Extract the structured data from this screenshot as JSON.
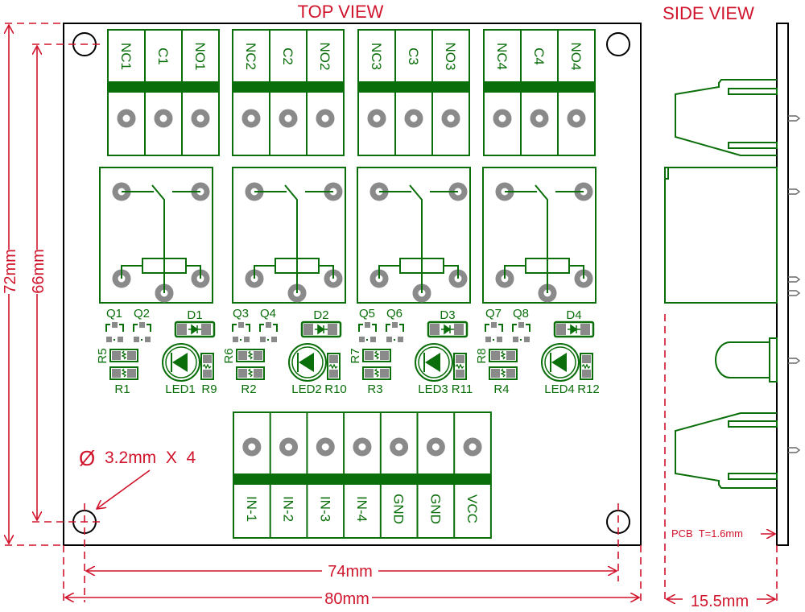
{
  "titles": {
    "top_view": "TOP VIEW",
    "side_view": "SIDE VIEW"
  },
  "colors": {
    "silkscreen": "#0a6e0a",
    "pad": "#8a8a8a",
    "dimension": "#d0142c",
    "outline": "#000000"
  },
  "relay_output_terminals": [
    {
      "group": 1,
      "labels": [
        "NC1",
        "C1",
        "NO1"
      ]
    },
    {
      "group": 2,
      "labels": [
        "NC2",
        "C2",
        "NO2"
      ]
    },
    {
      "group": 3,
      "labels": [
        "NC3",
        "C3",
        "NO3"
      ]
    },
    {
      "group": 4,
      "labels": [
        "NC4",
        "C4",
        "NO4"
      ]
    }
  ],
  "relay_channels": [
    {
      "q_a": "Q1",
      "q_b": "Q2",
      "diode": "D1",
      "r_top": "R5",
      "r_bottom": "R1",
      "led": "LED1",
      "r_led": "R9"
    },
    {
      "q_a": "Q3",
      "q_b": "Q4",
      "diode": "D2",
      "r_top": "R6",
      "r_bottom": "R2",
      "led": "LED2",
      "r_led": "R10"
    },
    {
      "q_a": "Q5",
      "q_b": "Q6",
      "diode": "D3",
      "r_top": "R7",
      "r_bottom": "R3",
      "led": "LED3",
      "r_led": "R11"
    },
    {
      "q_a": "Q7",
      "q_b": "Q8",
      "diode": "D4",
      "r_top": "R8",
      "r_bottom": "R4",
      "led": "LED4",
      "r_led": "R12"
    }
  ],
  "input_terminals": [
    "IN-1",
    "IN-2",
    "IN-3",
    "IN-4",
    "GND",
    "GND",
    "VCC"
  ],
  "dimensions": {
    "board_height": "72mm",
    "hole_spacing_vertical": "66mm",
    "hole_spacing_horizontal": "74mm",
    "board_width": "80mm",
    "mounting_hole": "3.2mm  X  4",
    "diameter_symbol": "Ø",
    "pcb_thickness": "PCB  T=1.6mm",
    "total_height": "15.5mm"
  }
}
